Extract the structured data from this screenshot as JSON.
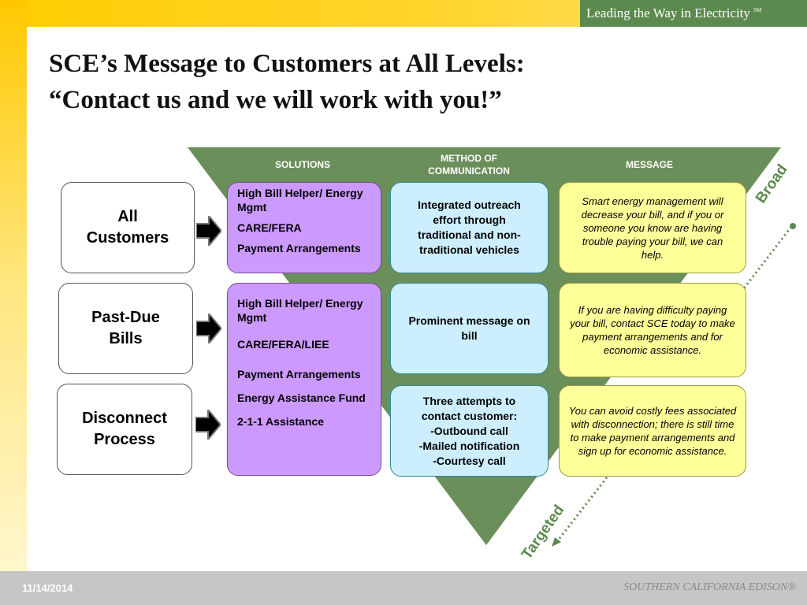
{
  "header": {
    "brand": "Leading the Way in Electricity",
    "brand_mark": "SM"
  },
  "title": {
    "line1": "SCE’s Message to Customers at All Levels:",
    "line2": "“Contact us and we will work with you!”"
  },
  "columns": {
    "solutions": "SOLUTIONS",
    "method": "METHOD OF COMMUNICATION",
    "message": "MESSAGE"
  },
  "levels": [
    {
      "label": "All Customers",
      "solutions": [
        "High Bill Helper/ Energy Mgmt",
        "CARE/FERA",
        "Payment Arrangements"
      ],
      "method": "Integrated outreach effort through traditional and non-traditional vehicles",
      "message": "Smart energy management will decrease your bill, and if you or someone you know are having trouble paying your bill, we can help."
    },
    {
      "label": "Past-Due Bills",
      "method": "Prominent message on bill",
      "message": "If you are having difficulty paying your bill, contact SCE today to make payment arrangements and for economic assistance."
    },
    {
      "label": "Disconnect Process",
      "method_lines": [
        "Three attempts to contact customer:",
        "-Outbound call",
        "-Mailed notification",
        "-Courtesy call"
      ],
      "message": "You can avoid costly fees associated with disconnection; there is still time to make payment arrangements and sign up for economic assistance."
    }
  ],
  "shared_solutions": [
    "High Bill Helper/ Energy Mgmt",
    "CARE/FERA/LIEE",
    "Payment Arrangements",
    "Energy Assistance Fund",
    "2-1-1 Assistance"
  ],
  "axis": {
    "top": "Broad",
    "bottom": "Targeted"
  },
  "footer": {
    "date": "11/14/2014",
    "org": "SOUTHERN CALIFORNIA EDISON®"
  },
  "colors": {
    "triangle": "#6b8f5a",
    "solution_box": "#cc99ff",
    "method_box": "#cdeeff",
    "message_box": "#ffff99",
    "accent_green": "#5c8a4e"
  }
}
